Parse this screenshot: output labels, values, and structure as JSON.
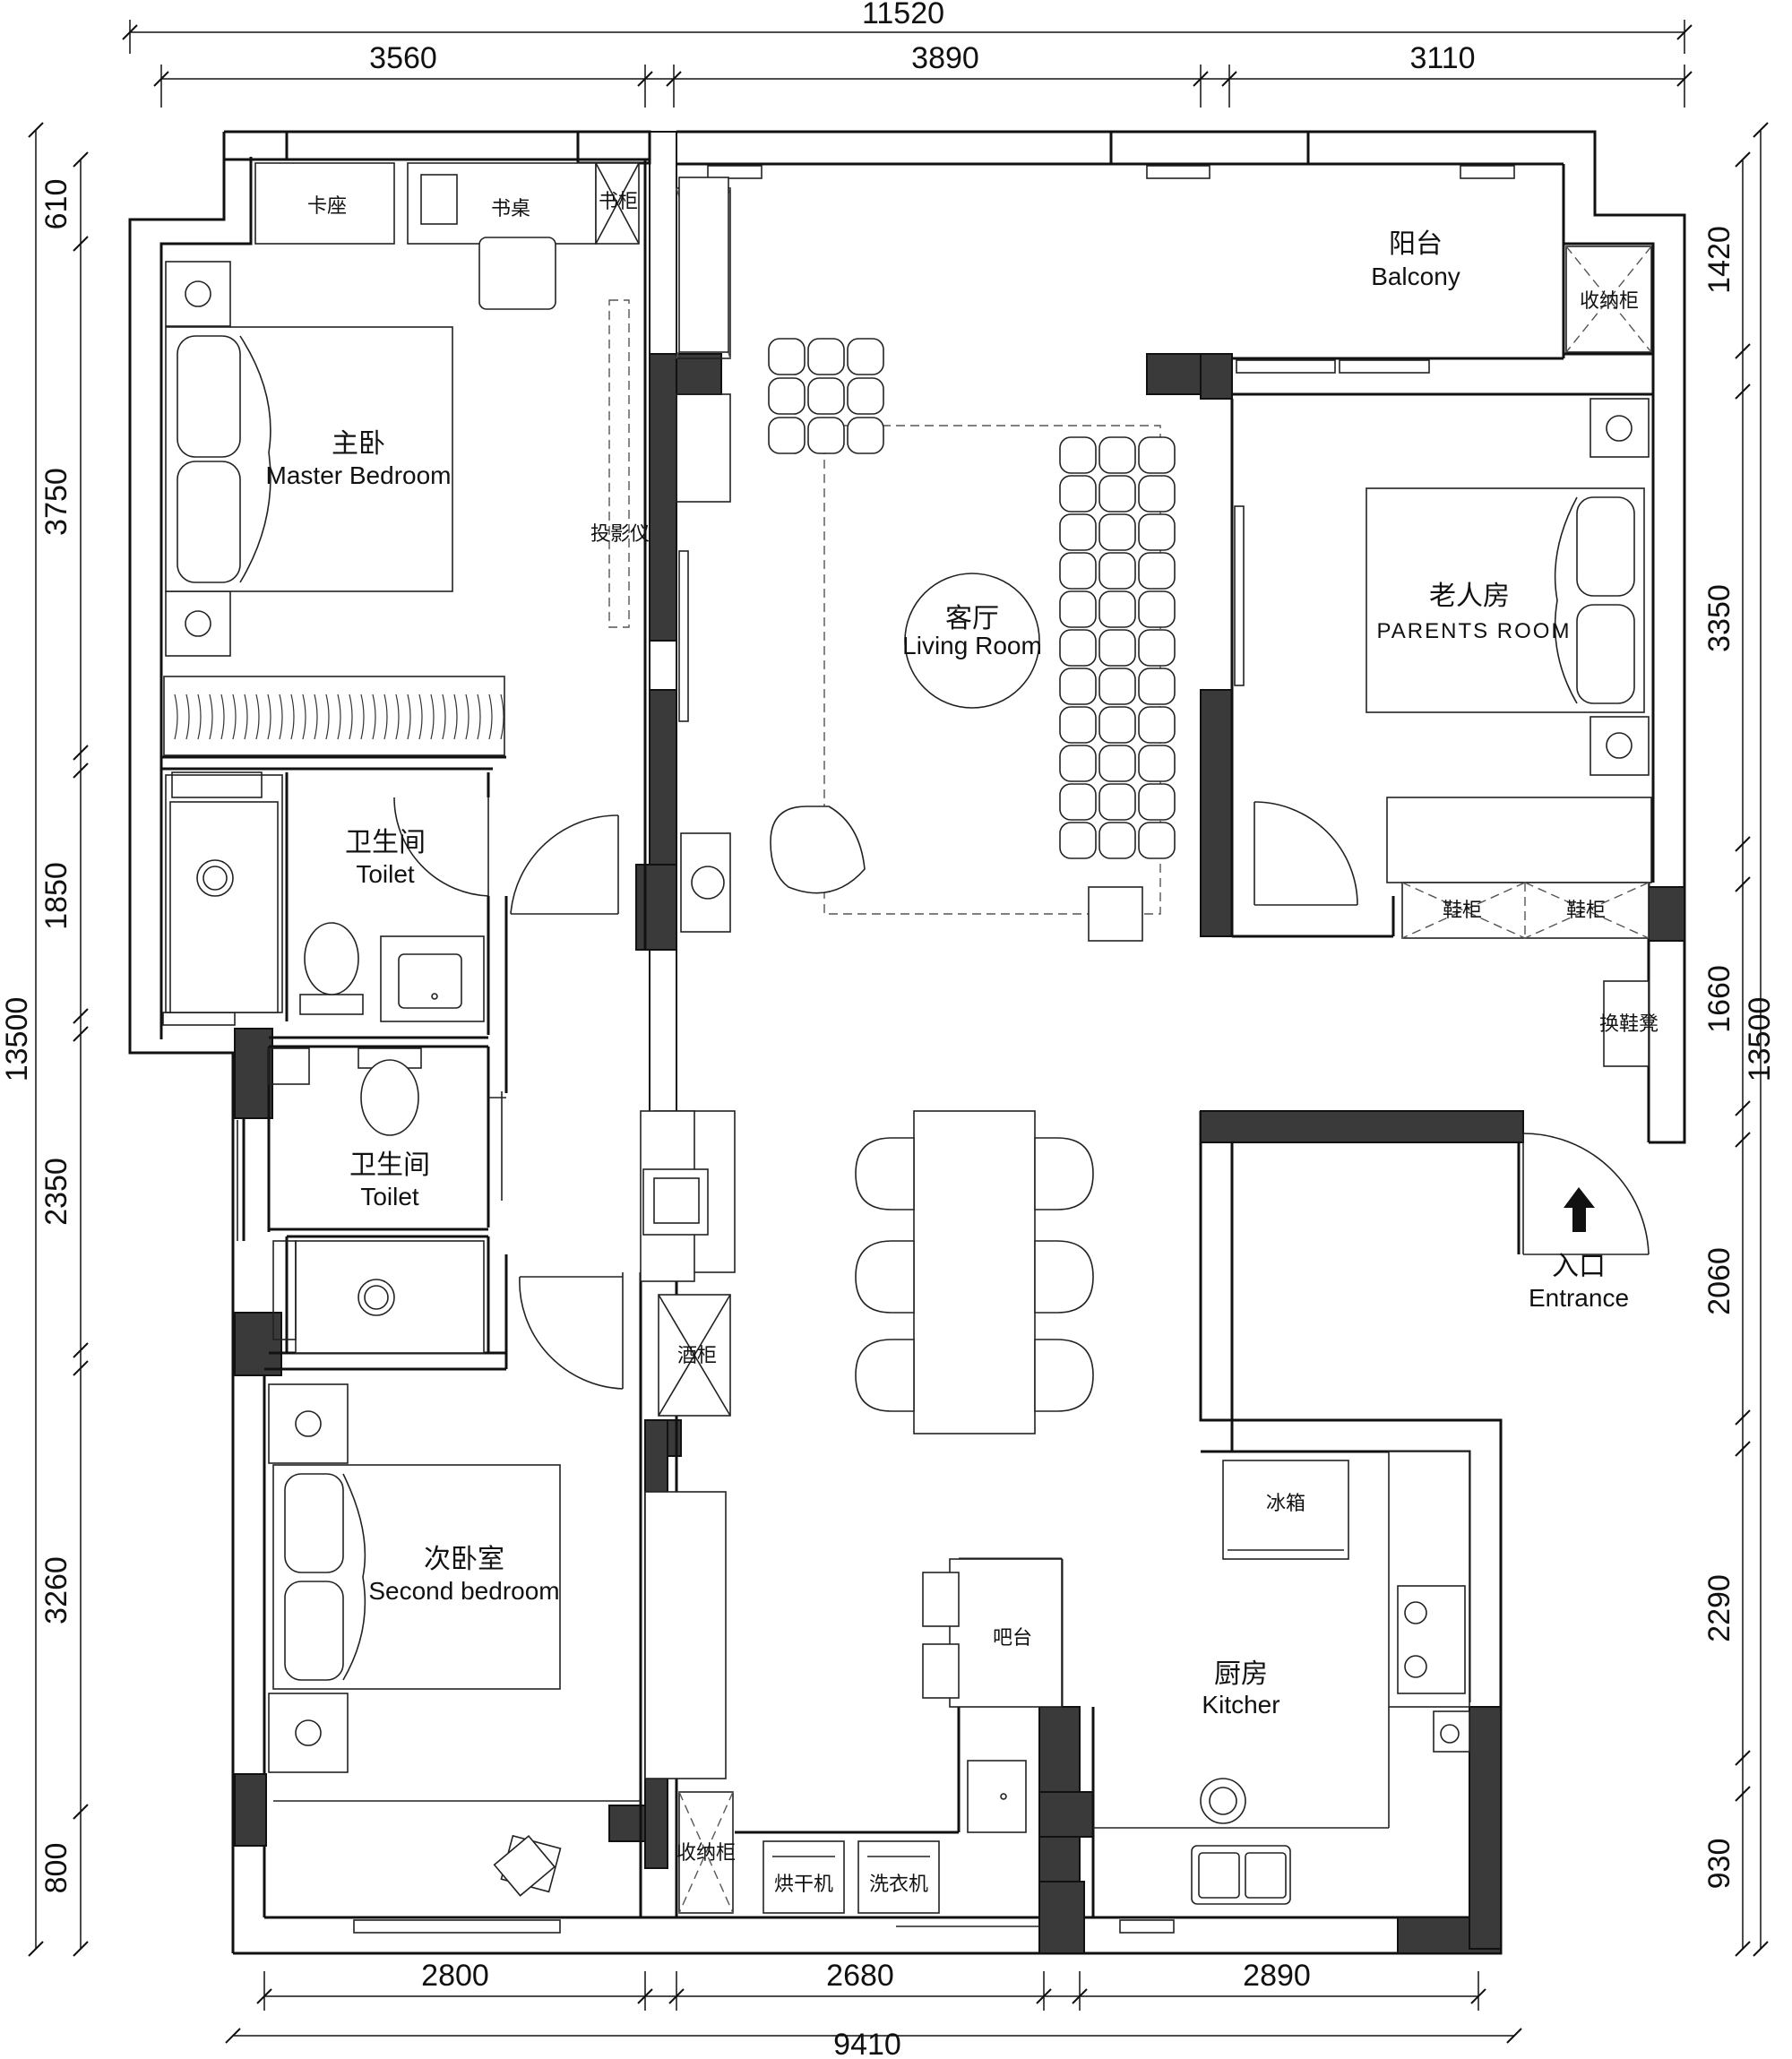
{
  "dimensions": {
    "top_total": "11520",
    "top_segments": [
      "3560",
      "3890",
      "3110"
    ],
    "bottom_total": "9410",
    "bottom_segments": [
      "2800",
      "2680",
      "2890"
    ],
    "left_total": "13500",
    "left_segments": [
      "610",
      "3750",
      "1850",
      "2350",
      "3260",
      "800"
    ],
    "right_total": "13500",
    "right_segments": [
      "1420",
      "3350",
      "1660",
      "2060",
      "2290",
      "930"
    ]
  },
  "rooms": {
    "master_bedroom": {
      "cn": "主卧",
      "en": "Master Bedroom"
    },
    "living_room": {
      "cn": "客厅",
      "en": "Living Room"
    },
    "parents_room": {
      "cn": "老人房",
      "en": "PARENTS ROOM"
    },
    "balcony": {
      "cn": "阳台",
      "en": "Balcony"
    },
    "toilet_1": {
      "cn": "卫生间",
      "en": "Toilet"
    },
    "toilet_2": {
      "cn": "卫生间",
      "en": "Toilet"
    },
    "second_bedroom": {
      "cn": "次卧室",
      "en": "Second bedroom"
    },
    "kitchen": {
      "cn": "厨房",
      "en": "Kitcher"
    },
    "entrance": {
      "cn": "入口",
      "en": "Entrance"
    }
  },
  "labels": {
    "booth": "卡座",
    "desk": "书桌",
    "bookcase": "书柜",
    "storage_balcony": "收纳柜",
    "projector": "投影仪",
    "shoe_cabinet_1": "鞋柜",
    "shoe_cabinet_2": "鞋柜",
    "shoe_bench": "换鞋凳",
    "wine_cabinet": "酒柜",
    "fridge": "冰箱",
    "bar": "吧台",
    "storage_laundry": "收纳柜",
    "dryer": "烘干机",
    "washer": "洗衣机"
  }
}
